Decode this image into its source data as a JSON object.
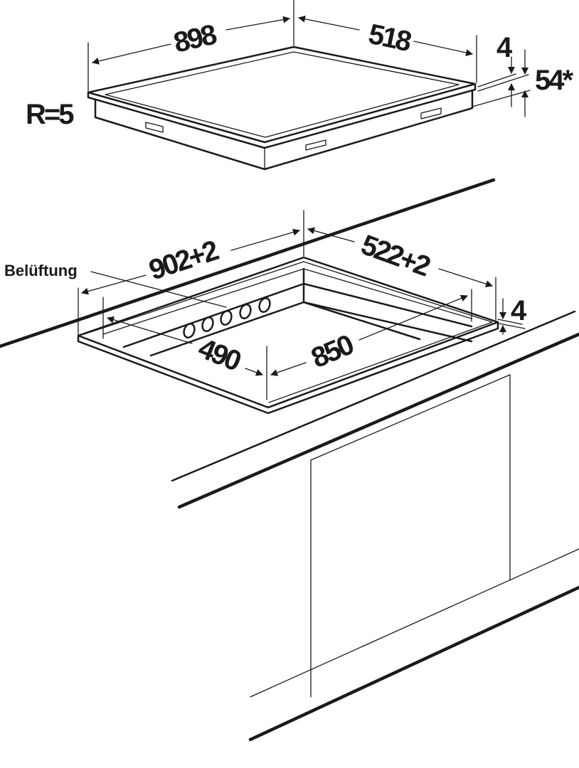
{
  "diagram": {
    "top_unit": {
      "width_label": "898",
      "depth_label": "518",
      "frame_thickness_label": "4",
      "height_label": "54*",
      "radius_label": "R=5"
    },
    "cutout": {
      "width_label": "902+2",
      "depth_label": "522+2",
      "inner_width_label": "850",
      "inner_depth_label": "490",
      "edge_label": "4",
      "ventilation_label": "Belüftung",
      "vent_holes": 5
    },
    "colors": {
      "line": "#1a1a1a",
      "background": "#ffffff"
    }
  }
}
